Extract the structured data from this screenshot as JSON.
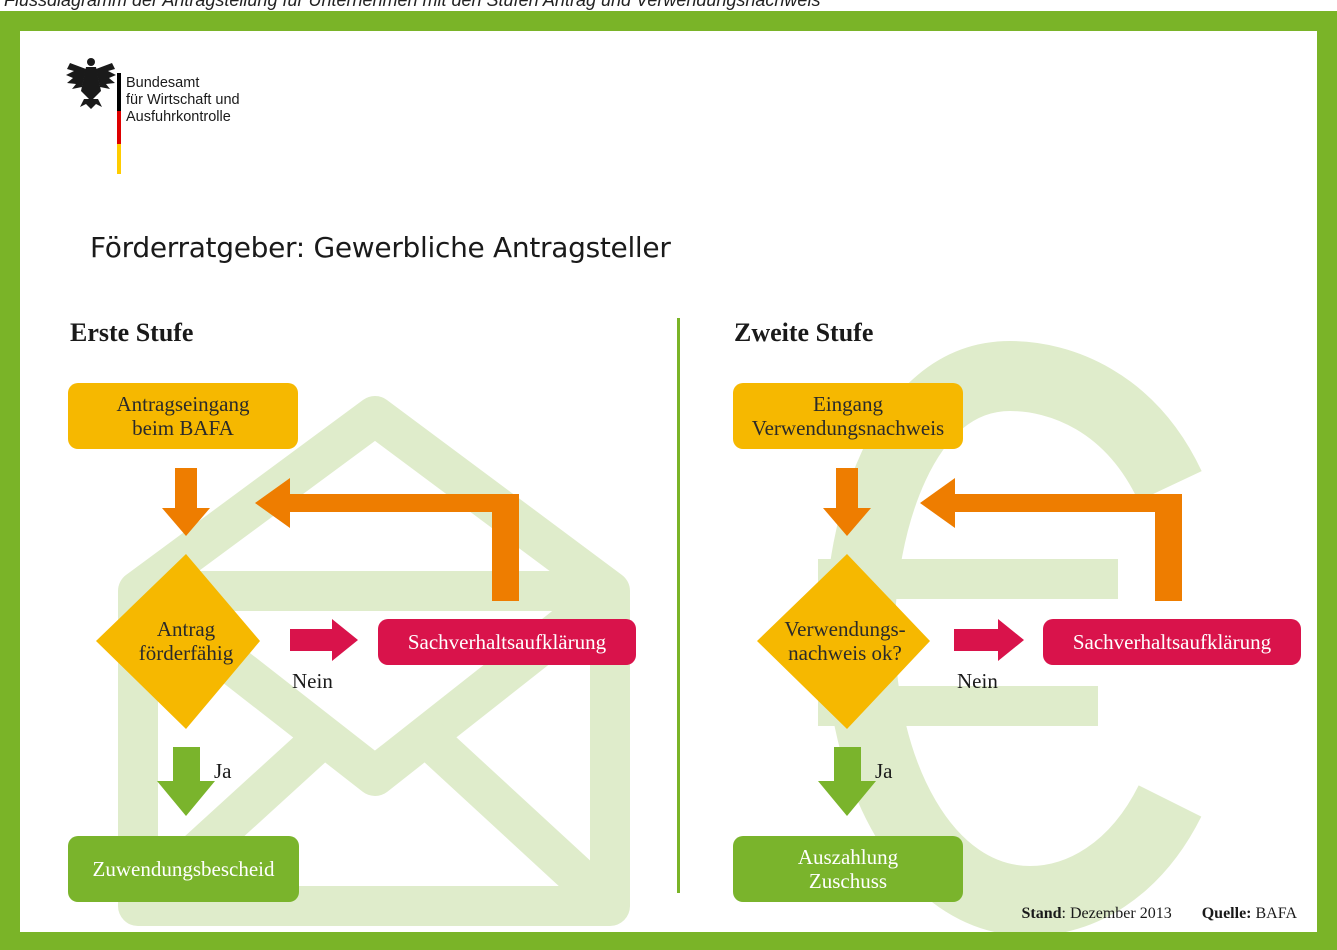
{
  "caption": "Flussdiagramm der Antragstellung für Unternehmen mit den Stufen Antrag und Verwendungsnachweis",
  "logo": {
    "line1": "Bundesamt",
    "line2": "für Wirtschaft und",
    "line3": "Ausfuhrkontrolle"
  },
  "title": "Förderratgeber: Gewerbliche Antragsteller",
  "stage1": {
    "heading": "Erste Stufe",
    "start": "Antragseingang beim BAFA",
    "decision": "Antrag förderfähig",
    "clarification": "Sachverhaltsaufklärung",
    "no_label": "Nein",
    "yes_label": "Ja",
    "result": "Zuwendungsbescheid"
  },
  "stage2": {
    "heading": "Zweite Stufe",
    "start": "Eingang Verwendungsnachweis",
    "decision": "Verwendungs- nachweis ok?",
    "clarification": "Sachverhaltsaufklärung",
    "no_label": "Nein",
    "yes_label": "Ja",
    "result": "Auszahlung Zuschuss"
  },
  "footer": {
    "stand_label": "Stand",
    "stand_value": ": Dezember 2013",
    "source_label": "Quelle:",
    "source_value": " BAFA"
  },
  "colors": {
    "frame": "#7ab428",
    "orange_box": "#f6b800",
    "arrow_orange": "#ee7d00",
    "red_box": "#d9134b",
    "green_box": "#7ab42c",
    "watermark": "#dfeccb"
  },
  "icons": {
    "logo": "federal-eagle-icon",
    "stage1_watermark": "envelope-icon",
    "stage2_watermark": "euro-icon"
  }
}
